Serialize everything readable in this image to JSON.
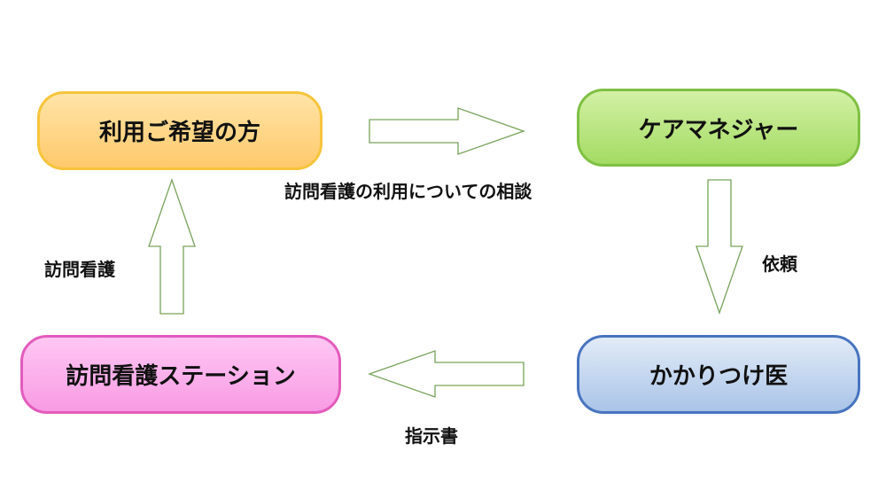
{
  "nodes": {
    "user": "利用ご希望の方",
    "care_manager": "ケアマネジャー",
    "doctor": "かかりつけ医",
    "station": "訪問看護ステーション"
  },
  "edges": {
    "consult": "訪問看護の利用についての相談",
    "request": "依頼",
    "instruction": "指示書",
    "visit": "訪問看護"
  }
}
